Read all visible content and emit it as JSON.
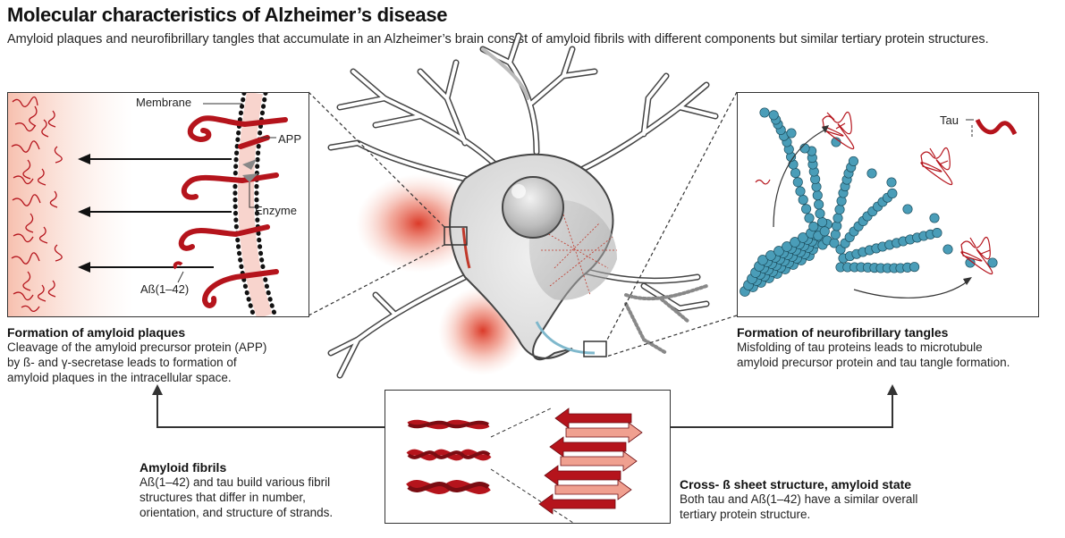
{
  "header": {
    "title": "Molecular characteristics of Alzheimer’s disease",
    "subtitle": "Amyloid plaques and neurofibrillary tangles that accumulate in an Alzheimer’s brain consist of amyloid fibrils with different components but similar tertiary protein structures."
  },
  "left_panel": {
    "membrane_label": "Membrane",
    "app_label": "APP",
    "enzyme_label": "Enzyme",
    "abeta_label": "Aß(1–42)"
  },
  "right_panel": {
    "tau_label": "Tau"
  },
  "captions": {
    "plaques": {
      "heading": "Formation of amyloid plaques",
      "lines": [
        "Cleavage of the amyloid precursor protein (APP)",
        "by ß- and γ-secretase leads to formation of",
        "amyloid plaques in the intracellular space."
      ]
    },
    "tangles": {
      "heading": "Formation of neurofibrillary tangles",
      "lines": [
        "Misfolding of tau proteins leads to microtubule",
        "amyloid precursor protein and tau tangle formation."
      ]
    },
    "fibrils": {
      "heading": "Amyloid fibrils",
      "lines": [
        "Aß(1–42) and tau build various fibril",
        "structures that differ in number,",
        "orientation, and structure of strands."
      ]
    },
    "crossbeta": {
      "heading": "Cross- ß sheet structure, amyloid state",
      "lines": [
        "Both tau and Aß(1–42) have a similar overall",
        "tertiary protein structure."
      ]
    }
  },
  "colors": {
    "protein_red": "#b5141c",
    "plaque_pink": "#f4c4b4",
    "tau_blue": "#4a9db8",
    "neuron_gray": "#e6e7e8",
    "outline": "#333333",
    "sheet_pink": "#f0a090"
  }
}
